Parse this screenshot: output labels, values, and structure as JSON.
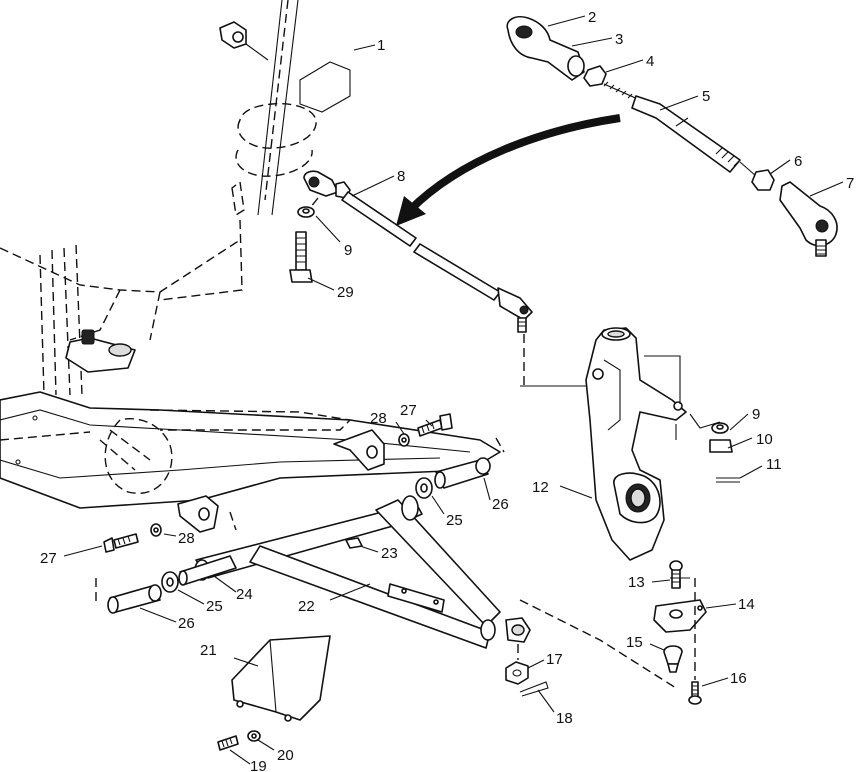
{
  "callouts": [
    {
      "id": "1",
      "text": "1"
    },
    {
      "id": "2",
      "text": "2"
    },
    {
      "id": "3",
      "text": "3"
    },
    {
      "id": "4",
      "text": "4"
    },
    {
      "id": "5",
      "text": "5"
    },
    {
      "id": "6",
      "text": "6"
    },
    {
      "id": "7",
      "text": "7"
    },
    {
      "id": "8",
      "text": "8"
    },
    {
      "id": "9a",
      "text": "9"
    },
    {
      "id": "29",
      "text": "29"
    },
    {
      "id": "9b",
      "text": "9"
    },
    {
      "id": "10",
      "text": "10"
    },
    {
      "id": "11",
      "text": "11"
    },
    {
      "id": "12",
      "text": "12"
    },
    {
      "id": "27a",
      "text": "27"
    },
    {
      "id": "28a",
      "text": "28"
    },
    {
      "id": "26a",
      "text": "26"
    },
    {
      "id": "25a",
      "text": "25"
    },
    {
      "id": "27b",
      "text": "27"
    },
    {
      "id": "28b",
      "text": "28"
    },
    {
      "id": "23",
      "text": "23"
    },
    {
      "id": "24",
      "text": "24"
    },
    {
      "id": "25b",
      "text": "25"
    },
    {
      "id": "26b",
      "text": "26"
    },
    {
      "id": "22",
      "text": "22"
    },
    {
      "id": "13",
      "text": "13"
    },
    {
      "id": "14",
      "text": "14"
    },
    {
      "id": "15",
      "text": "15"
    },
    {
      "id": "16",
      "text": "16"
    },
    {
      "id": "17",
      "text": "17"
    },
    {
      "id": "18",
      "text": "18"
    },
    {
      "id": "21",
      "text": "21"
    },
    {
      "id": "20",
      "text": "20"
    },
    {
      "id": "19",
      "text": "19"
    }
  ]
}
